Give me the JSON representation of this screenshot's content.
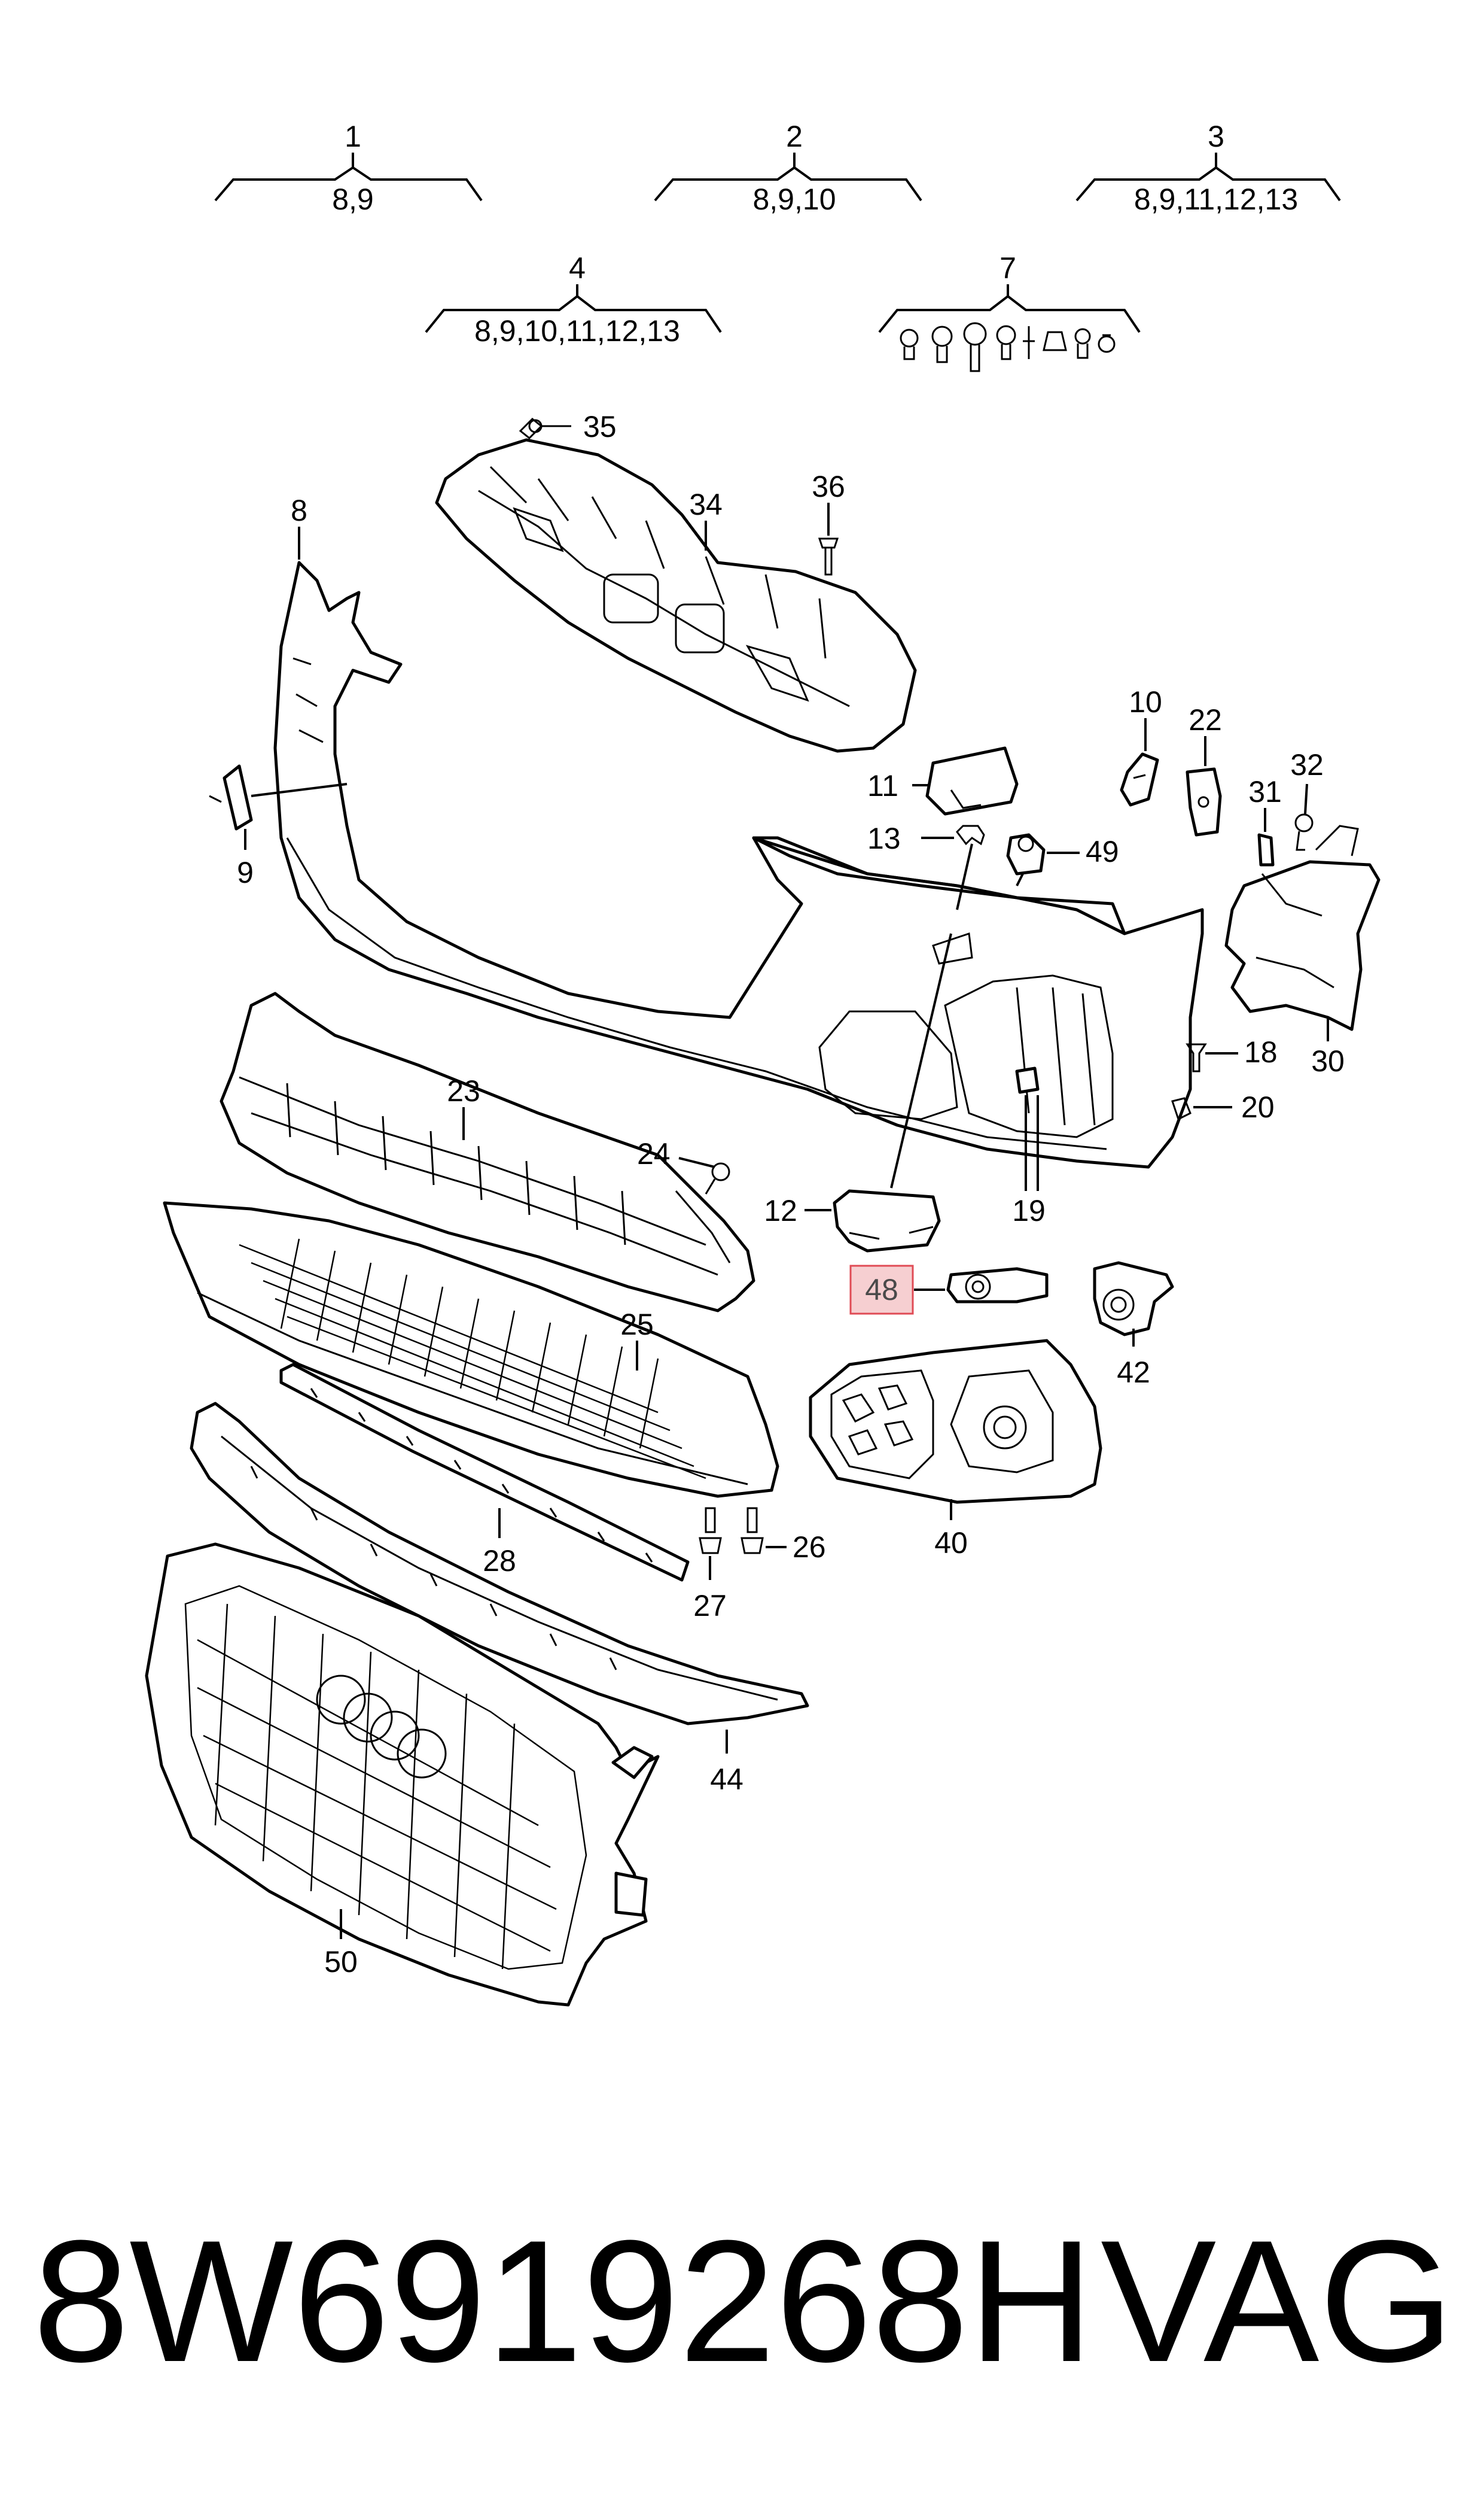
{
  "groups": [
    {
      "number": "1",
      "items": "8,9"
    },
    {
      "number": "2",
      "items": "8,9,10"
    },
    {
      "number": "3",
      "items": "8,9,11,12,13"
    },
    {
      "number": "4",
      "items": "8,9,10,11,12,13"
    },
    {
      "number": "7",
      "items": ""
    }
  ],
  "callouts": {
    "c8": "8",
    "c9": "9",
    "c10": "10",
    "c11": "11",
    "c12": "12",
    "c13": "13",
    "c18": "18",
    "c19": "19",
    "c20": "20",
    "c22": "22",
    "c23": "23",
    "c24": "24",
    "c25": "25",
    "c26": "26",
    "c27": "27",
    "c28": "28",
    "c30": "30",
    "c31": "31",
    "c32": "32",
    "c34": "34",
    "c35": "35",
    "c36": "36",
    "c40": "40",
    "c42": "42",
    "c44": "44",
    "c49": "49",
    "c50": "50"
  },
  "highlighted_callout": "48",
  "footer": {
    "part_number": "8W6919268H",
    "brand": "VAG"
  },
  "colors": {
    "highlight_fill": "#f6cfd1",
    "highlight_border": "#e04b55",
    "line": "#000000"
  }
}
